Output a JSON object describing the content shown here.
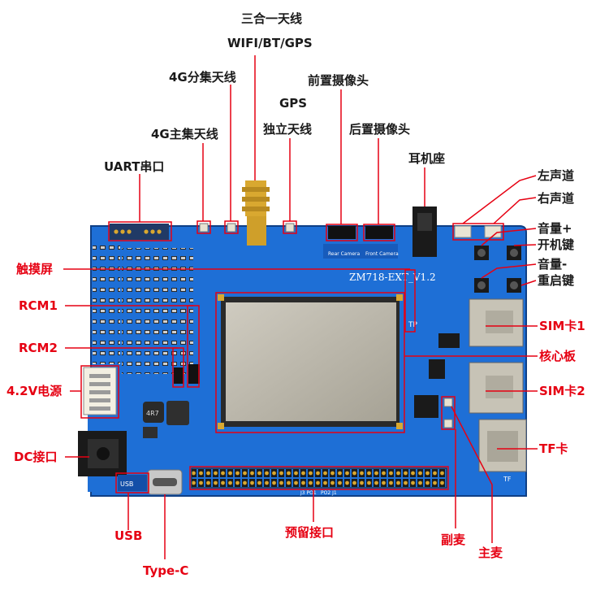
{
  "labels": {
    "antenna_combo": "三合一天线",
    "wifi_bt_gps": "WIFI/BT/GPS",
    "ant_4g_div": "4G分集天线",
    "gps": "GPS",
    "front_camera": "前置摄像头",
    "gps_standalone": "独立天线",
    "ant_4g_main": "4G主集天线",
    "rear_camera": "后置摄像头",
    "uart": "UART串口",
    "headphone": "耳机座",
    "left_channel": "左声道",
    "right_channel": "右声道",
    "volume_up": "音量+",
    "power_key": "开机键",
    "volume_down": "音量-",
    "reset_key": "重启键",
    "touchscreen": "触摸屏",
    "rcm1": "RCM1",
    "rcm2": "RCM2",
    "sim1": "SIM卡1",
    "core_board": "核心板",
    "power_4v2": "4.2V电源",
    "sim2": "SIM卡2",
    "dc_jack": "DC接口",
    "tf_card": "TF卡",
    "usb": "USB",
    "reserved_header": "预留接口",
    "sub_mic": "副麦",
    "main_mic": "主麦",
    "type_c": "Type-C"
  },
  "silkscreen": {
    "board_name": "ZM718-EXT_V1.2",
    "rear_camera": "Rear Camera",
    "front_camera": "Front Camera",
    "header_left": "J3 PO1",
    "header_right": "PO2 J1",
    "usb_text": "USB",
    "inductor": "4R7",
    "tp_text": "TP",
    "tf_text": "TF"
  },
  "colors": {
    "pcb": "#1e6fd6",
    "pcb_dark": "#134fa8",
    "label_red": "#e60012",
    "shield": "#b8b4a8",
    "gold": "#d9a830"
  }
}
